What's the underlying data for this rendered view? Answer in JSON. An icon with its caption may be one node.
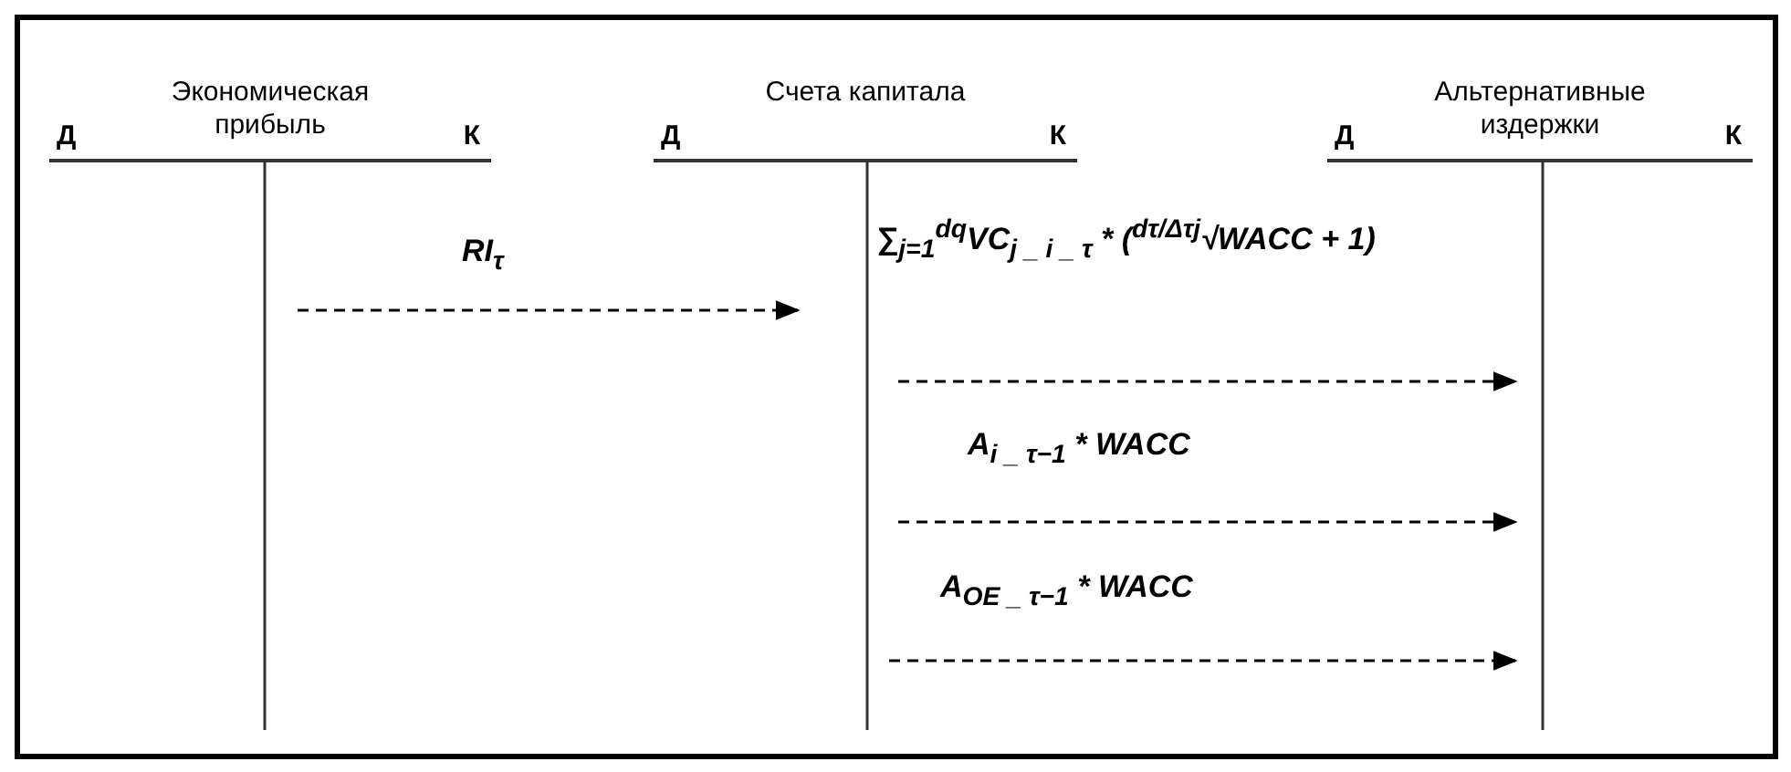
{
  "diagram": {
    "nodes": [
      {
        "text": [
          "Д",
          "Экономическая прибыль",
          "К"
        ]
      },
      {
        "text": [
          "Д",
          "Счета капитала",
          "К"
        ]
      },
      {
        "text": [
          "Д",
          "Альтернативные издержки",
          "К"
        ]
      }
    ],
    "edges": [
      {
        "from": 0,
        "to": 1,
        "arrow": "to",
        "style": "dashed",
        "label": "RI$_{τ}$"
      },
      {
        "from": 1,
        "to": 2,
        "arrow": "to",
        "style": "dashed",
        "label": "∑$_{j=1}$$^{dq}$VC$_{j _ i _ τ}$ * ($^{dτ/Δτj}$√WACC + 1)"
      },
      {
        "from": 1,
        "to": 2,
        "arrow": "to",
        "style": "dashed",
        "label": "A$_{i _ τ−1}$ * WACC"
      },
      {
        "from": 1,
        "to": 2,
        "arrow": "to",
        "style": "dashed",
        "label": "A$_{OE _ τ−1}$ * WACC"
      }
    ]
  }
}
